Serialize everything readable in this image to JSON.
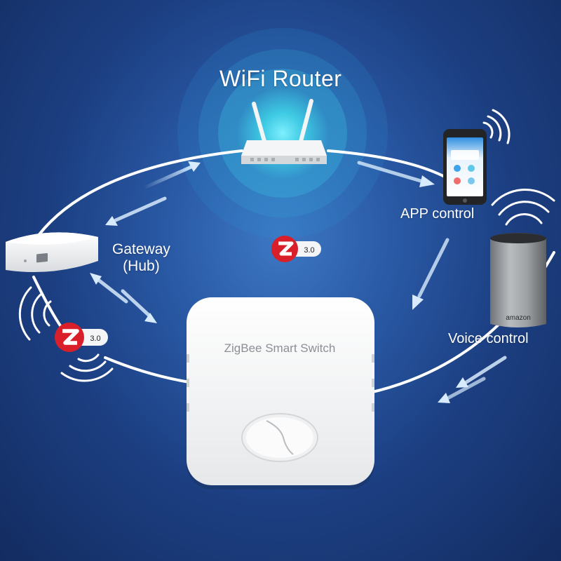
{
  "labels": {
    "router": "WiFi Router",
    "app_control": "APP control",
    "gateway_line1": "Gateway",
    "gateway_line2": "(Hub)",
    "voice_control": "Voice control",
    "switch_name": "ZigBee Smart Switch"
  },
  "badges": {
    "zigbee_version": "3.0"
  },
  "speaker": {
    "brand_mark": "amazon"
  },
  "icons": [
    "wifi-router-icon",
    "smartphone-icon",
    "smart-speaker-icon",
    "zigbee-gateway-icon",
    "zigbee-switch-icon",
    "zigbee-logo-icon",
    "signal-waves-icon",
    "arrow-icon"
  ],
  "colors": {
    "background_center": "#3d78c4",
    "background_edge": "#132c60",
    "router_glow": "#3fd0e6",
    "zigbee_red": "#d9202a",
    "device_white": "#f4f5f6",
    "arrow_light_blue": "#cfe6fb"
  }
}
